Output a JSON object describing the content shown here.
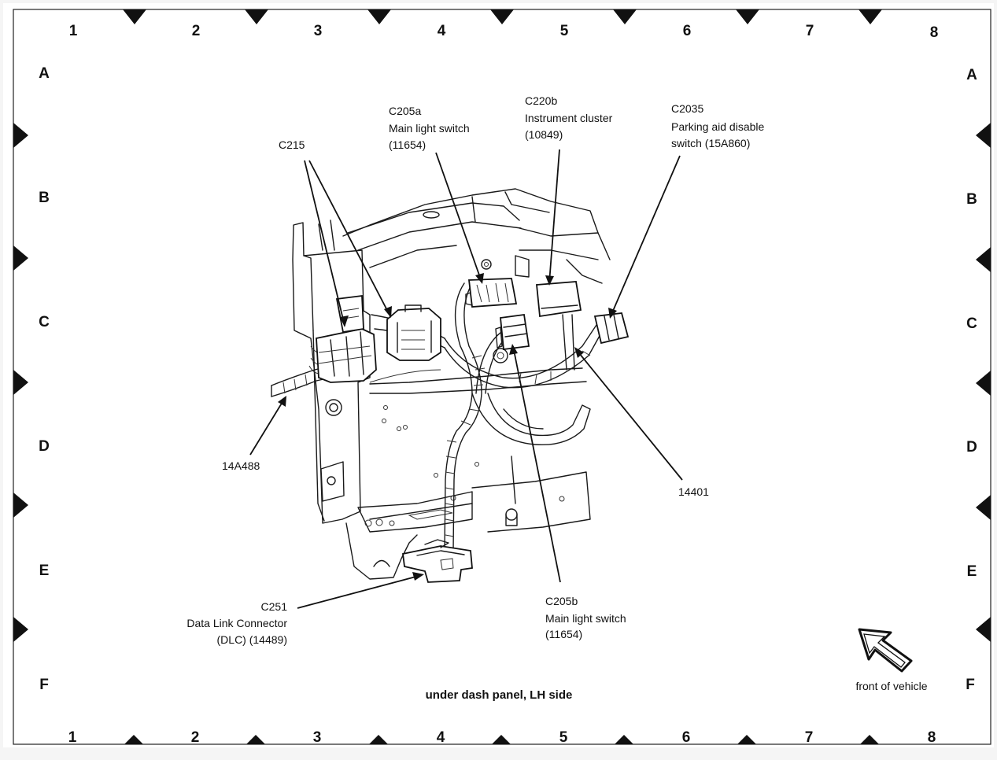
{
  "grid": {
    "columns": [
      "1",
      "2",
      "3",
      "4",
      "5",
      "6",
      "7",
      "8"
    ],
    "rows": [
      "A",
      "B",
      "C",
      "D",
      "E",
      "F"
    ]
  },
  "labels": {
    "c215": "C215",
    "c205a": [
      "C205a",
      "Main light switch",
      "(11654)"
    ],
    "c220b": [
      "C220b",
      "Instrument cluster",
      "(10849)"
    ],
    "c2035": [
      "C2035",
      "Parking aid disable",
      "switch (15A860)"
    ],
    "l14a488": "14A488",
    "l14401": "14401",
    "c251": [
      "C251",
      "Data Link Connector",
      "(DLC) (14489)"
    ],
    "c205b": [
      "C205b",
      "Main light switch",
      "(11654)"
    ]
  },
  "caption": "under dash panel, LH side",
  "orientation": {
    "label": "front of vehicle",
    "icon": "front-arrow-icon"
  },
  "colors": {
    "ink": "#111111",
    "paper": "#ffffff",
    "background": "#f5f5f5"
  }
}
